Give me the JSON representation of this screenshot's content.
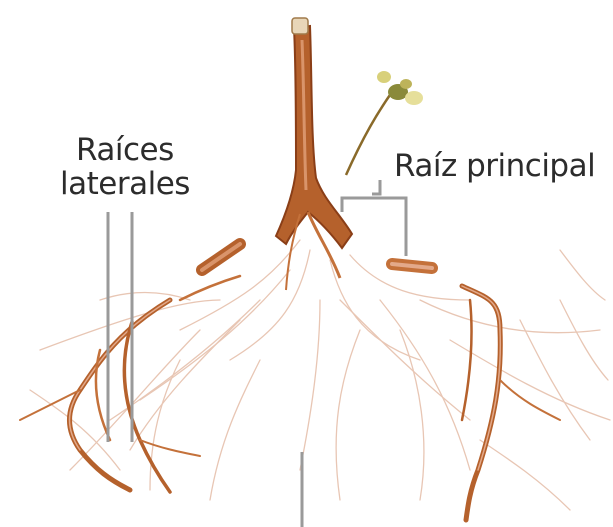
{
  "labels": {
    "lateral_roots_line1": "Raíces",
    "lateral_roots_line2": "laterales",
    "main_root": "Raíz principal"
  },
  "colors": {
    "root": "#b5612c",
    "root_dark": "#8a3e17",
    "root_light": "#e3a98a",
    "leader_line": "#9a9a9a",
    "label_text": "#2c2c2c",
    "background": "#ffffff"
  }
}
